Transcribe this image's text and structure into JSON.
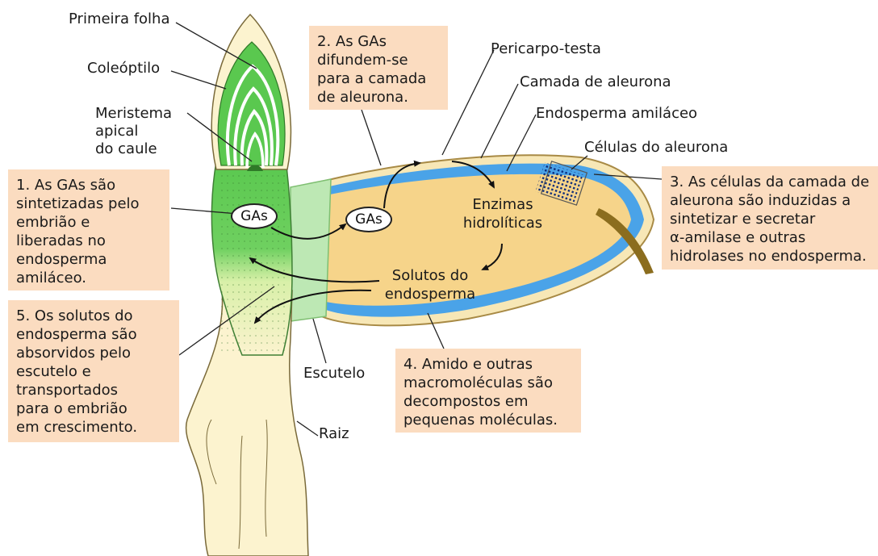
{
  "labels": {
    "primeira_folha": "Primeira folha",
    "coleoptilo": "Coleóptilo",
    "meristema": "Meristema\napical\ndo caule",
    "pericarpo": "Pericarpo-testa",
    "camada_aleurona": "Camada de aleurona",
    "endosperma_amilaceo": "Endosperma amiláceo",
    "celulas_aleurona": "Células do aleurona",
    "escutelo": "Escutelo",
    "raiz": "Raiz"
  },
  "inner": {
    "gas_left": "GAs",
    "gas_right": "GAs",
    "enzimas": "Enzimas\nhidrolíticas",
    "solutos": "Solutos do\nendosperma"
  },
  "steps": {
    "s1": "1. As GAs são\nsintetizadas pelo\nembrião e\nliberadas no\nendosperma\namiláceo.",
    "s2": "2. As GAs\ndifundem-se\npara a camada\nde aleurona.",
    "s3": "3. As células da camada de\naleurona são induzidas a\nsintetizar e secretar\nα-amilase e outras\nhidrolases no endosperma.",
    "s4": "4. Amido e outras\nmacromoléculas são\ndecompostos em\npequenas moléculas.",
    "s5": "5. Os solutos do\nendosperma são\nabsorvidos pelo\nescutelo e\ntransportados\npara o embrião\nem crescimento."
  },
  "colors": {
    "box_fill": "#fbdcc0",
    "endosperm": "#f6d48a",
    "aleurone": "#4aa3e8",
    "seedling_green": "#5ac84f",
    "scutellum": "#bde8b4",
    "root": "#fcf3cf"
  }
}
